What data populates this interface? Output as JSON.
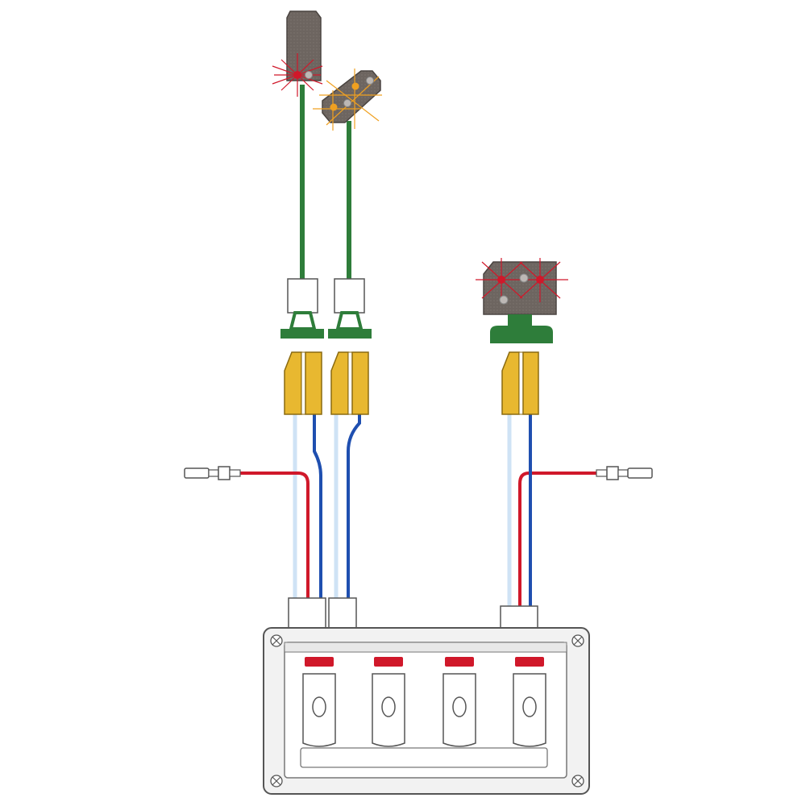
{
  "colors": {
    "background": "#ffffff",
    "signal_body": "#6d6560",
    "signal_outline": "#4a4440",
    "mast": "#2e7d3a",
    "base": "#2e7d3a",
    "connector_body": "#e8b830",
    "connector_outline": "#8a6a10",
    "wire_red": "#d0182a",
    "wire_blue": "#1f4fb0",
    "wire_lightblue": "#cfe3f5",
    "lamp_red": "#d0182a",
    "lamp_yellow": "#f0a020",
    "panel_frame": "#f2f2f2",
    "panel_outline": "#555555",
    "indicator_red": "#d0182a"
  },
  "diagram": {
    "signals": [
      {
        "name": "signal-single-red",
        "lamps": [
          "red",
          "white"
        ],
        "lit": "red"
      },
      {
        "name": "signal-tilted-yellow",
        "lamps": [
          "yellow",
          "yellow",
          "white"
        ],
        "lit": "yellow"
      },
      {
        "name": "signal-dwarf-red",
        "lamps": [
          "red",
          "white",
          "red",
          "white"
        ],
        "lit": "red"
      }
    ],
    "connectors": 3,
    "plugs": 2,
    "panel": {
      "switches": 4,
      "icons": [
        "screw-icon",
        "switch-icon",
        "indicator-icon"
      ]
    }
  }
}
